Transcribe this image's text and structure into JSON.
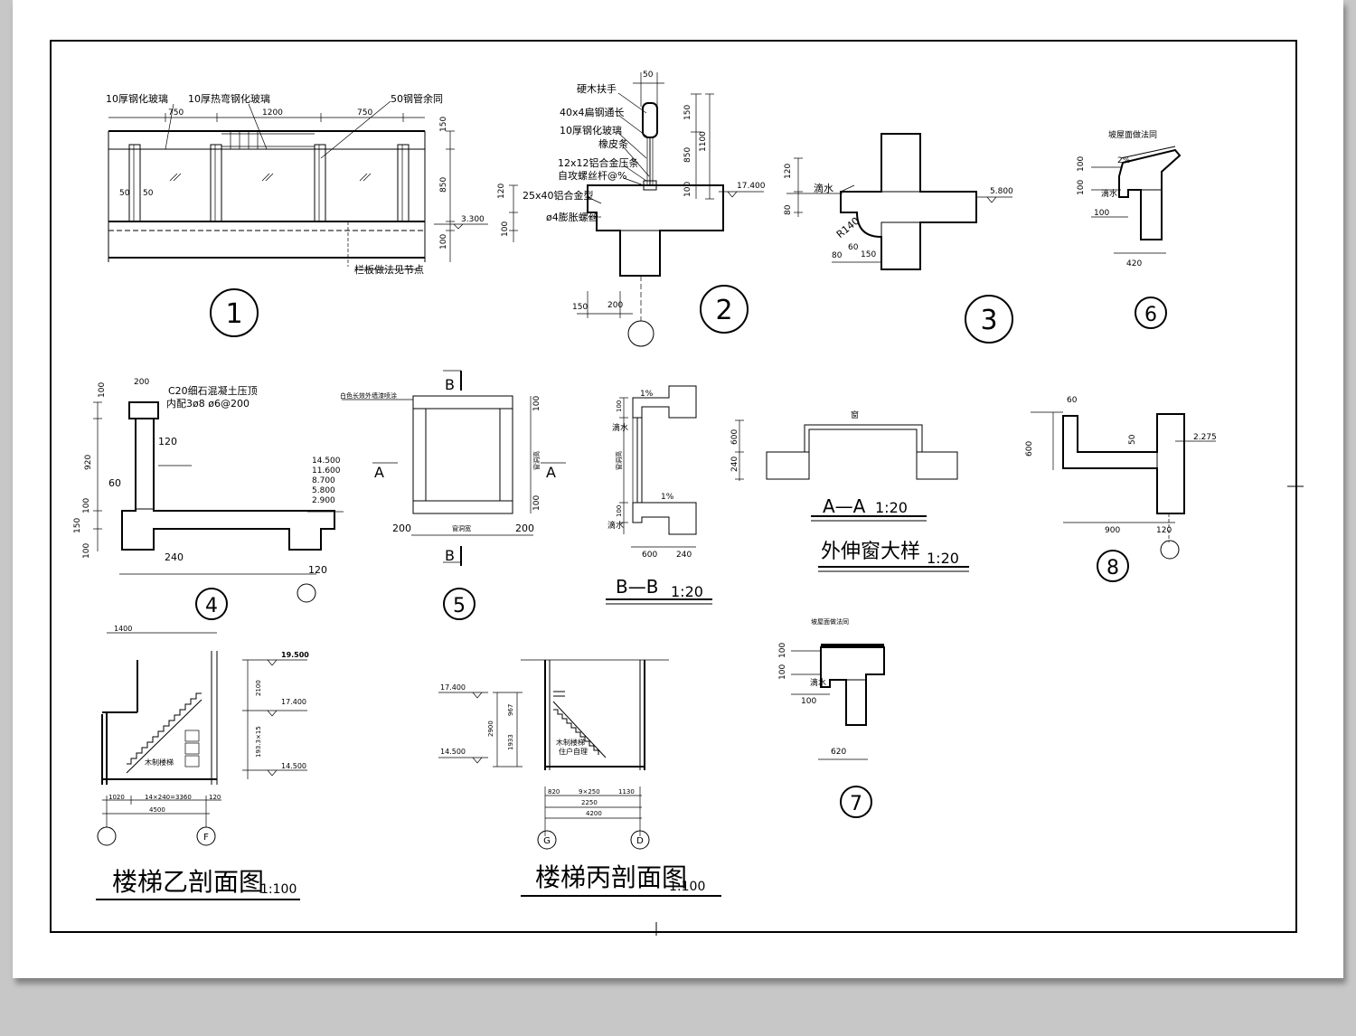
{
  "labels": {
    "d1_glass1": "10厚钢化玻璃",
    "d1_glass2": "10厚热弯钢化玻璃",
    "d1_pipe": "50钢管余同",
    "d1_note": "栏板做法见节点",
    "d2_wood": "硬木扶手",
    "d2_steel": "40x4扁钢通长",
    "d2_glass": "10厚钢化玻璃",
    "d2_rubber": "橡皮条",
    "d2_al": "12x12铝合金压条",
    "d2_screw": "自攻螺丝杆@%",
    "d2_al2": "25x40铝合金型",
    "d2_bolt": "ø4膨胀螺丝",
    "drip": "滴水",
    "roof_ref": "坡屋面做法同",
    "d4_top": "C20细石混凝土压顶",
    "d4_rebar": "内配3ø8 ø6@200",
    "d5_note": "白色长效外墙漆喷涂",
    "d5_w": "窗洞宽",
    "d5_h": "窗洞高",
    "window": "窗",
    "slope": "1%",
    "slope2": "2%",
    "wood_stair": "木制楼梯",
    "wood_stair2": "木制楼梯",
    "site": "住户自理"
  },
  "dims": {
    "d1": [
      "750",
      "1200",
      "750",
      "150",
      "850",
      "100",
      "50",
      "50",
      "3.300"
    ],
    "d2": [
      "50",
      "150",
      "850",
      "1100",
      "100",
      "120",
      "100",
      "17.400",
      "150",
      "200"
    ],
    "d3": [
      "120",
      "80",
      "R140",
      "80",
      "60",
      "150",
      "5.800"
    ],
    "d6": [
      "100",
      "100",
      "100",
      "420"
    ],
    "d4": [
      "200",
      "100",
      "920",
      "120",
      "60",
      "100",
      "150",
      "100",
      "240",
      "120"
    ],
    "d4_levels": [
      "14.500",
      "11.600",
      "8.700",
      "5.800",
      "2.900"
    ],
    "d5": [
      "100",
      "100",
      "200",
      "200"
    ],
    "bb": [
      "100",
      "100",
      "600",
      "240"
    ],
    "aa": [
      "600",
      "240"
    ],
    "d8": [
      "60",
      "600",
      "50",
      "900",
      "120",
      "2.275"
    ],
    "d7": [
      "100",
      "100",
      "100",
      "620"
    ],
    "stairB": [
      "1400",
      "19.500",
      "17.400",
      "14.500",
      "2100",
      "193.3×15",
      "1020",
      "14×240=3360",
      "120",
      "4500"
    ],
    "stairC": [
      "17.400",
      "14.500",
      "2900",
      "967",
      "1933",
      "820",
      "9×250",
      "1130",
      "2250",
      "4200"
    ]
  },
  "marks": {
    "d1": "1",
    "d2": "2",
    "d3": "3",
    "d4": "4",
    "d5": "5",
    "d6": "6",
    "d7": "7",
    "d8": "8",
    "grid_f": "F",
    "grid_g": "G",
    "grid_d": "D",
    "sec_b": "B",
    "sec_a": "A"
  },
  "titles": {
    "bb": "B—B",
    "bb_scale": "1:20",
    "aa": "A—A",
    "aa_scale": "1:20",
    "window_detail": "外伸窗大样",
    "window_scale": "1:20",
    "stairB": "楼梯乙剖面图",
    "stairB_scale": "1:100",
    "stairC": "楼梯丙剖面图",
    "stairC_scale": "1:100"
  }
}
